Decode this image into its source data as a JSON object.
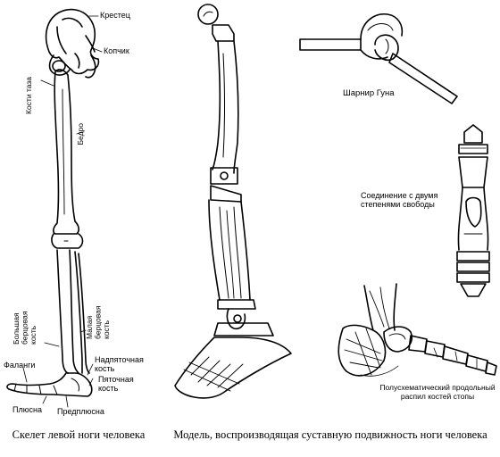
{
  "figure": {
    "ink_color": "#000000",
    "background": "#ffffff"
  },
  "labels": {
    "krestets": "Крестец",
    "kopchik": "Копчик",
    "kosti_taza": "Кости таза",
    "bedro": "Бедро",
    "bolshaya_bertsovaya": "Большая берцовая кость",
    "malaya_bertsovaya": "Малая берцовая кость",
    "falangi": "Фаланги",
    "nadpyatochnaya": "Надпяточная кость",
    "pyatochnaya": "Пяточная кость",
    "plyusna": "Плюсна",
    "predplyusna": "Предплюсна",
    "sharnir_guna": "Шарнир Гуна",
    "soedinenie": "Соединение с двумя степенями свободы",
    "polusxematicheskiy": "Полусхематический продольный распил костей стопы"
  },
  "captions": {
    "left": "Скелет левой ноги человека",
    "right": "Модель, воспроизводящая суставную подвижность ноги человека"
  }
}
